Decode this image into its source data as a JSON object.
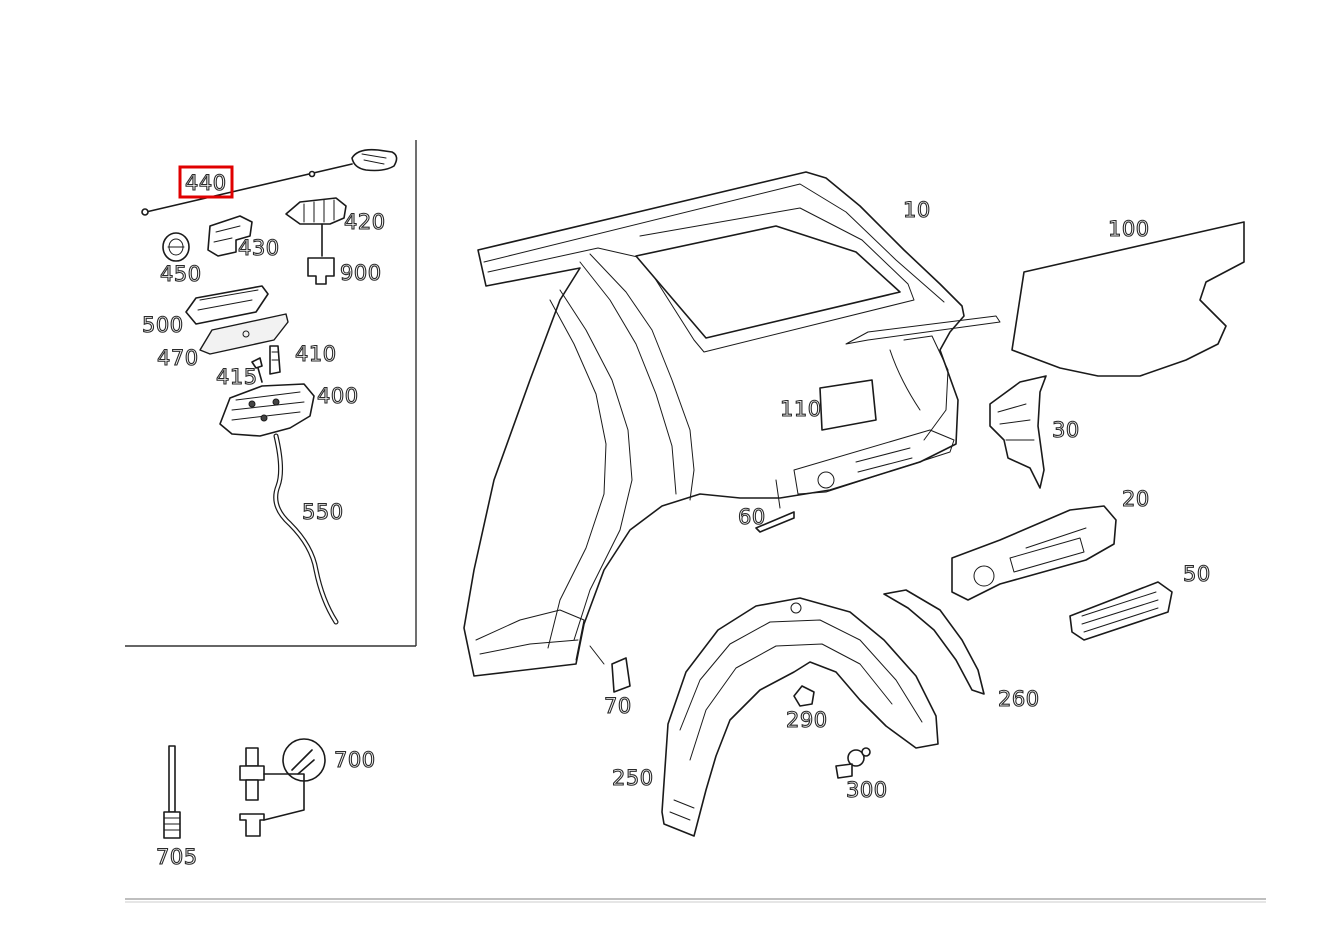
{
  "diagram": {
    "highlight_color": "#e00000",
    "line_color": "#1a1a1a",
    "selected_part": "440",
    "parts": [
      {
        "id": "p10",
        "label": "10"
      },
      {
        "id": "p20",
        "label": "20"
      },
      {
        "id": "p30",
        "label": "30"
      },
      {
        "id": "p50",
        "label": "50"
      },
      {
        "id": "p60",
        "label": "60"
      },
      {
        "id": "p70",
        "label": "70"
      },
      {
        "id": "p100",
        "label": "100"
      },
      {
        "id": "p110",
        "label": "110"
      },
      {
        "id": "p250",
        "label": "250"
      },
      {
        "id": "p260",
        "label": "260"
      },
      {
        "id": "p290",
        "label": "290"
      },
      {
        "id": "p300",
        "label": "300"
      },
      {
        "id": "p400",
        "label": "400"
      },
      {
        "id": "p410",
        "label": "410"
      },
      {
        "id": "p415",
        "label": "415"
      },
      {
        "id": "p420",
        "label": "420"
      },
      {
        "id": "p430",
        "label": "430"
      },
      {
        "id": "p440",
        "label": "440"
      },
      {
        "id": "p450",
        "label": "450"
      },
      {
        "id": "p470",
        "label": "470"
      },
      {
        "id": "p500",
        "label": "500"
      },
      {
        "id": "p550",
        "label": "550"
      },
      {
        "id": "p700",
        "label": "700"
      },
      {
        "id": "p705",
        "label": "705"
      },
      {
        "id": "p900",
        "label": "900"
      }
    ]
  }
}
